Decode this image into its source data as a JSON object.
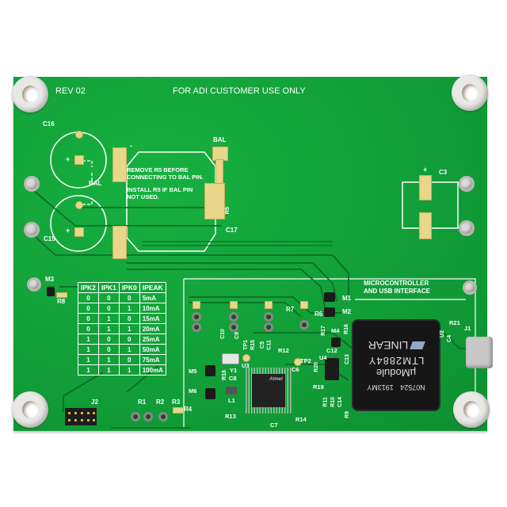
{
  "board": {
    "revision": "REV 02",
    "notice": "FOR ADI CUSTOMER USE ONLY",
    "colors": {
      "solder_mask": "#12a53a",
      "silkscreen": "#ffffff",
      "pad_gold": "#e8d68a",
      "module_body": "#161616"
    }
  },
  "power_section": {
    "cap_labels": {
      "c16": "C16",
      "c15": "C15",
      "c17": "C17",
      "c3": "C3"
    },
    "bal_label_left": "BAL",
    "bal_label_right": "BAL",
    "plus": "+",
    "minus": "-",
    "note_line1": "REMOVE R5 BEFORE",
    "note_line2": "CONNECTING TO BAL PIN.",
    "note_line3": "INSTALL R5 IF BAL PIN",
    "note_line4": "NOT USED.",
    "r5_label": "R5"
  },
  "ipeak_table": {
    "headers": [
      "IPK2",
      "IPK1",
      "IPK0",
      "IPEAK"
    ],
    "rows": [
      [
        "0",
        "0",
        "0",
        "5mA"
      ],
      [
        "0",
        "0",
        "1",
        "10mA"
      ],
      [
        "0",
        "1",
        "0",
        "15mA"
      ],
      [
        "0",
        "1",
        "1",
        "20mA"
      ],
      [
        "1",
        "0",
        "0",
        "25mA"
      ],
      [
        "1",
        "0",
        "1",
        "50mA"
      ],
      [
        "1",
        "1",
        "0",
        "75mA"
      ],
      [
        "1",
        "1",
        "1",
        "100mA"
      ]
    ]
  },
  "mcu_section": {
    "title_line1": "MICROCONTROLLER",
    "title_line2": "AND USB INTERFACE"
  },
  "module": {
    "brand": "LINEAR",
    "part": "LTM2884Y",
    "family": "µModule",
    "lot": "N07524",
    "date_code": "1913MY"
  },
  "refdes": {
    "m1": "M1",
    "m2": "M2",
    "m3": "M3",
    "m4": "M4",
    "m5": "M5",
    "m6": "M6",
    "r1": "R1",
    "r2": "R2",
    "r3": "R3",
    "r4": "R4",
    "r6": "R6",
    "r7": "R7",
    "r8": "R8",
    "r9": "R9",
    "r10": "R10",
    "r11": "R11",
    "r12": "R12",
    "r13": "R13",
    "r14": "R14",
    "r15": "R15",
    "r16": "R16",
    "r17": "R17",
    "r18": "R18",
    "r19": "R19",
    "r20": "R20",
    "r21": "R21",
    "c4": "C4",
    "c5": "C5",
    "c6": "C6",
    "c7": "C7",
    "c8": "C8",
    "c9": "C9",
    "c10": "C10",
    "c11": "C11",
    "c12": "C12",
    "c13": "C13",
    "c14": "C14",
    "tp1": "TP1",
    "tp2": "TP2",
    "l1": "L1",
    "y1": "Y1",
    "u2": "U2",
    "u3": "U3",
    "u4": "U4",
    "j1": "J1",
    "j2": "J2"
  },
  "mcu_marking": "Atmel"
}
